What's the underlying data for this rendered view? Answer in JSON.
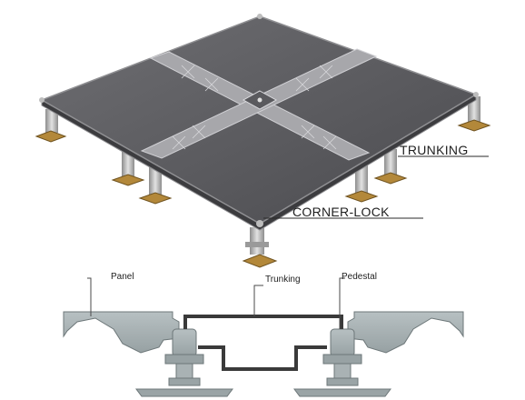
{
  "labels": {
    "trunking_callout": "TRUNKING",
    "corner_lock_callout": "CORNER-LOCK",
    "panel": "Panel",
    "trunking": "Trunking",
    "pedestal": "Pedestal"
  },
  "colors": {
    "panel_top": "#5d5d60",
    "panel_edge": "#8f8f92",
    "trunking_grid": "#cbcbcf",
    "section_fill": "#a7b1b3",
    "section_stroke": "#6d7779",
    "trunking_line": "#3c3c3c",
    "pedestal_base": "#b3883a"
  }
}
